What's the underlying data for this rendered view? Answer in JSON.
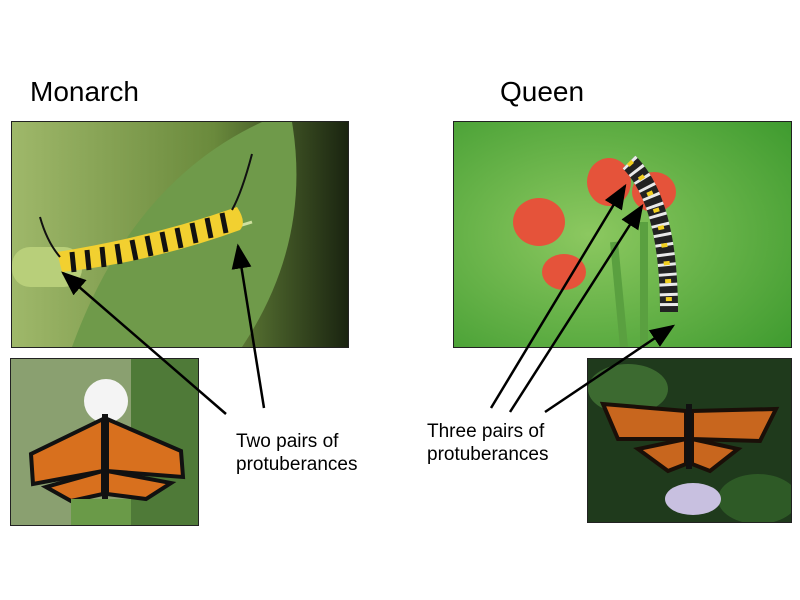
{
  "slide": {
    "left_title": "Monarch",
    "right_title": "Queen",
    "left_label_line1": "Two pairs of",
    "left_label_line2": "protuberances",
    "right_label_line1": "Three pairs of",
    "right_label_line2": "protuberances"
  },
  "colors": {
    "leaf_green": "#6f9a4a",
    "background_green": "#4fa83c",
    "butterfly_orange": "#d8701e",
    "flower_red": "#e5533a"
  }
}
